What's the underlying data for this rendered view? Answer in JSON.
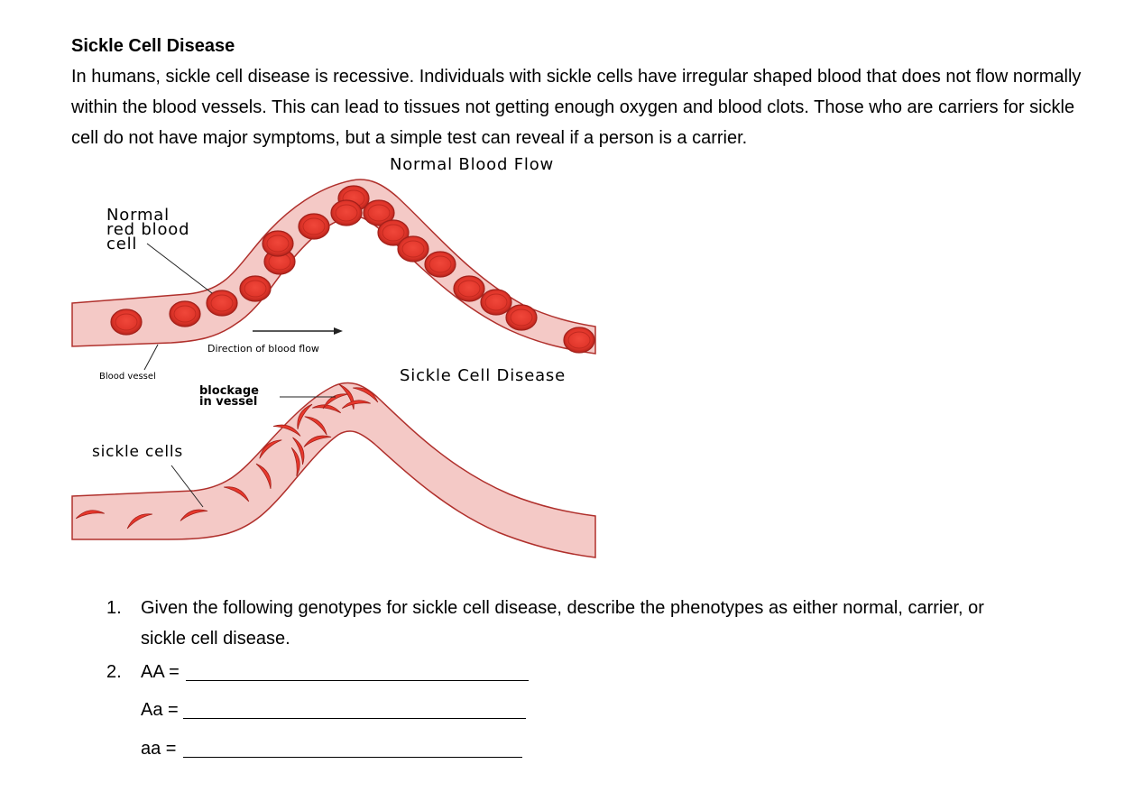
{
  "document": {
    "title": "Sickle Cell Disease",
    "intro": "In humans, sickle cell disease is recessive. Individuals with sickle cells have irregular shaped blood that does not flow normally within the blood vessels. This can lead to tissues not getting enough oxygen and blood clots. Those who are carriers for sickle cell do not have major symptoms, but a simple test can reveal if a person is a carrier."
  },
  "figure": {
    "top_title": "Normal Blood Flow",
    "normal_rbc_label": [
      "Normal",
      "red blood",
      "cell"
    ],
    "direction_label": "Direction of blood flow",
    "vessel_label": "Blood vessel",
    "bottom_title": "Sickle Cell Disease",
    "blockage_label": [
      "blockage",
      "in vessel"
    ],
    "sickle_label": "sickle cells",
    "colors": {
      "vessel_fill": "#f4c9c6",
      "vessel_stroke": "#b0302c",
      "cell_fill": "#e8382c",
      "cell_stroke": "#a3201a"
    }
  },
  "questions": {
    "q1_number": "1.",
    "q1_text_line1": "Given the following genotypes for sickle cell disease, describe the phenotypes as either normal, carrier, or",
    "q1_text_line2": "sickle cell disease.",
    "q2_number": "2.",
    "genotypes": [
      {
        "label": "AA ="
      },
      {
        "label": "Aa  ="
      },
      {
        "label": "aa  ="
      }
    ]
  }
}
